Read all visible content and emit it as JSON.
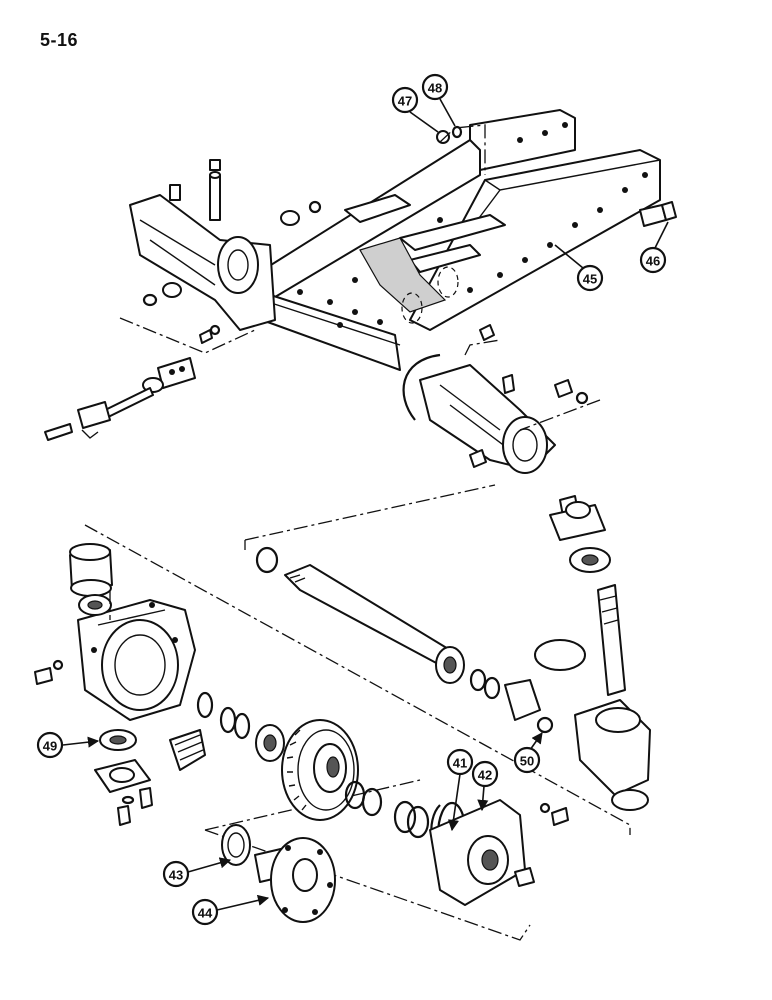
{
  "page": {
    "number": "5-16"
  },
  "callouts": [
    {
      "id": "41",
      "label": "41"
    },
    {
      "id": "42",
      "label": "42"
    },
    {
      "id": "43",
      "label": "43"
    },
    {
      "id": "44",
      "label": "44"
    },
    {
      "id": "45",
      "label": "45"
    },
    {
      "id": "46",
      "label": "46"
    },
    {
      "id": "47",
      "label": "47"
    },
    {
      "id": "48",
      "label": "48"
    },
    {
      "id": "49",
      "label": "49"
    },
    {
      "id": "50",
      "label": "50"
    }
  ]
}
